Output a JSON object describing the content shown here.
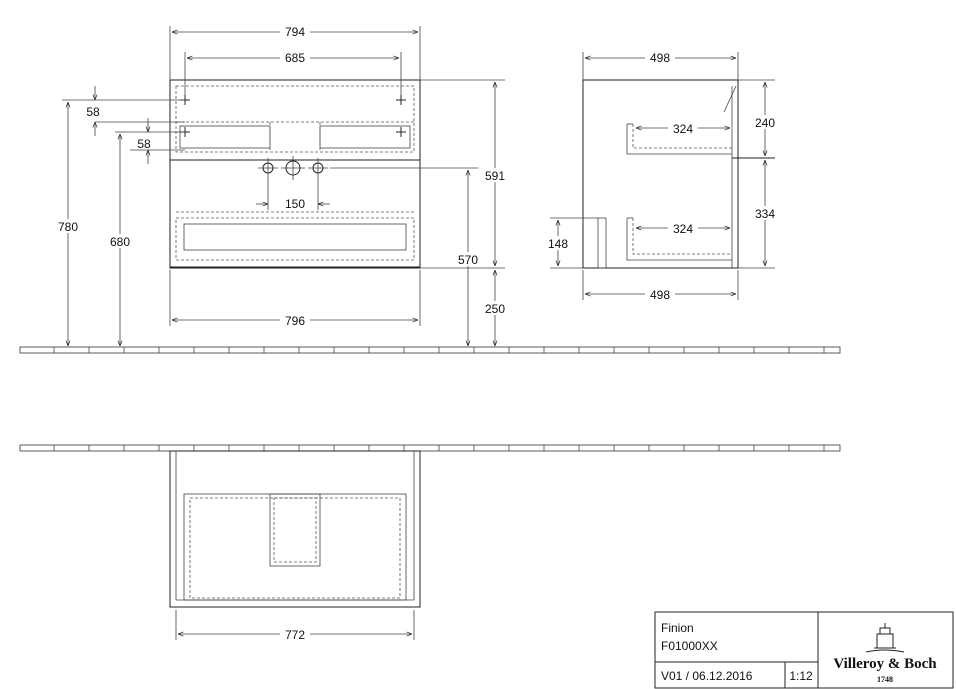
{
  "front_view": {
    "overall_width": "794",
    "fixing_distance": "685",
    "bottom_width": "796",
    "tap_spacing": "150",
    "fixing_offset_top": "58",
    "fixing_offset_second": "58",
    "height_total": "780",
    "height_fixing": "680",
    "cabinet_height": "591",
    "tap_height": "570",
    "floor_clearance": "250"
  },
  "side_view": {
    "depth_top": "498",
    "depth_bottom": "498",
    "shelf_depth_upper": "324",
    "shelf_depth_lower": "324",
    "upper_height": "240",
    "lower_height": "334",
    "lower_front_height": "148"
  },
  "plan_view": {
    "inner_width": "772"
  },
  "title_block": {
    "product_name": "Finion",
    "article_number": "F01000XX",
    "version_date": "V01 / 06.12.2016",
    "scale": "1:12",
    "brand_name": "Villeroy & Boch",
    "brand_year": "1748"
  }
}
